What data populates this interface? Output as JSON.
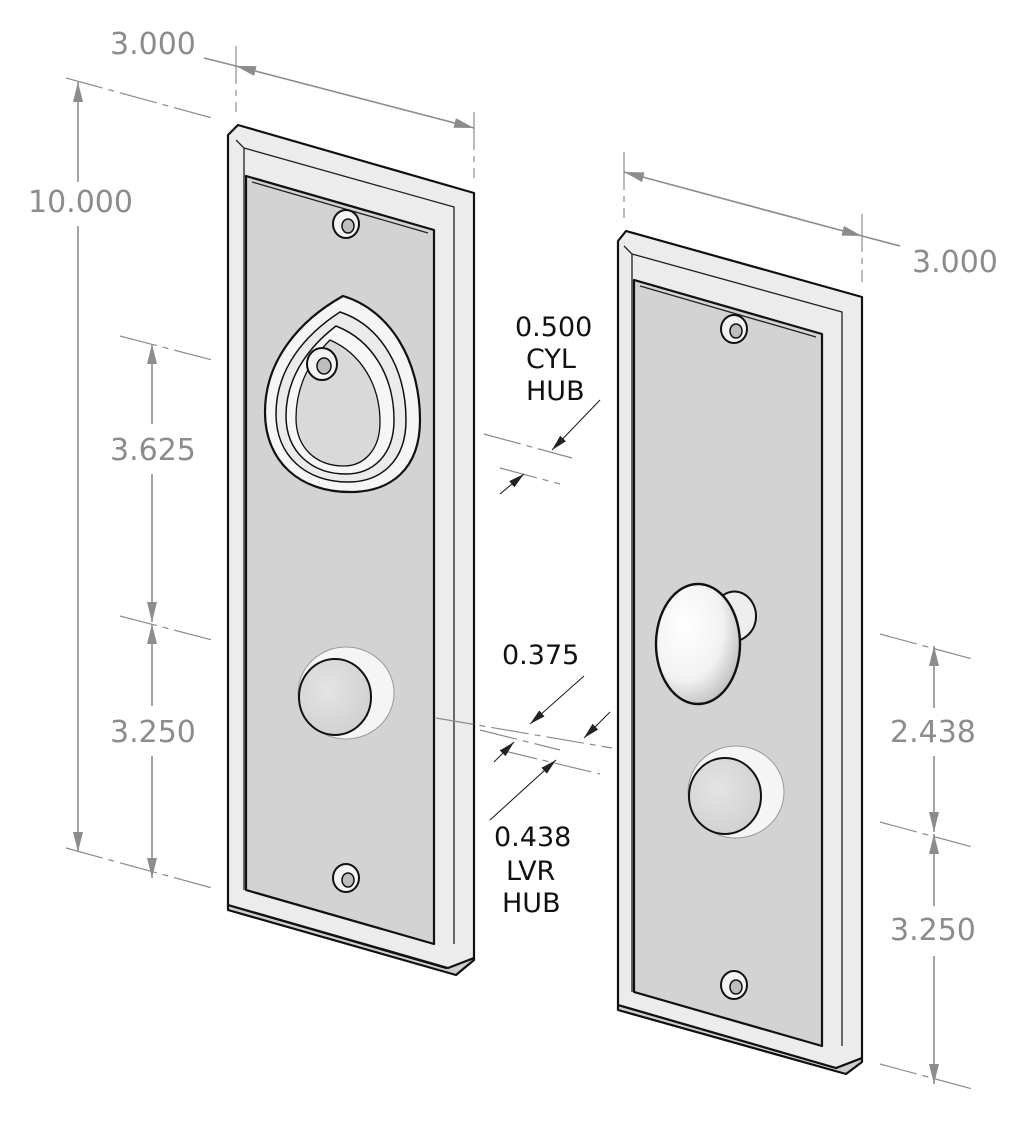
{
  "dimensions": {
    "left_width": "3.000",
    "right_width": "3.000",
    "overall_height": "10.000",
    "left_upper": "3.625",
    "left_lower": "3.250",
    "right_upper": "2.438",
    "right_lower": "3.250"
  },
  "notes": {
    "cyl_hub": [
      "0.500",
      "CYL",
      "HUB"
    ],
    "plate_offset": "0.375",
    "lvr_hub": [
      "0.438",
      "LVR",
      "HUB"
    ]
  },
  "colors": {
    "plate_face": "#d2d2d2",
    "plate_rim": "#e8e8e8",
    "dimension": "#8c8c8c",
    "edge": "#111111"
  }
}
